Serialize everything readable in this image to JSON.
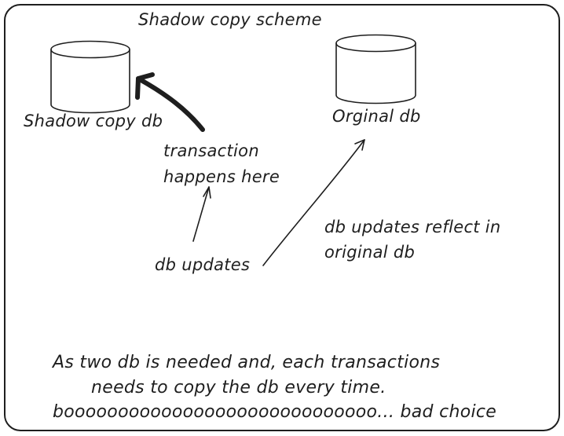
{
  "diagram": {
    "title": "Shadow copy scheme",
    "shadow_db_label": "Shadow copy db",
    "original_db_label": "Orginal db",
    "transaction_line1": "transaction",
    "transaction_line2": "happens here",
    "db_updates_label": "db updates",
    "reflect_line1": "db updates reflect in",
    "reflect_line2": "original db",
    "conclusion_line1": "As two db is needed and, each transactions",
    "conclusion_line2": "needs to copy the db every time.",
    "conclusion_line3": "booooooooooooooooooooooooooooo... bad choice"
  },
  "colors": {
    "ink": "#1e1e1e",
    "background": "#ffffff"
  }
}
